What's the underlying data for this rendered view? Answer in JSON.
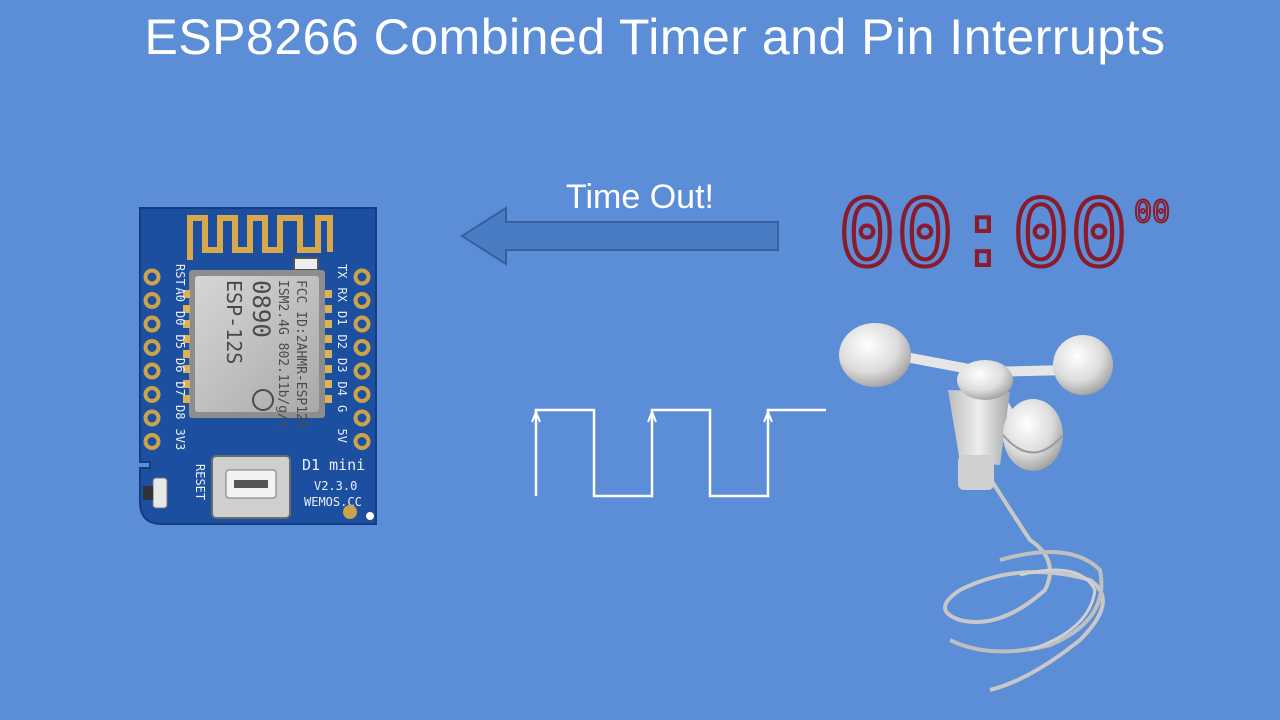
{
  "slide": {
    "title": "ESP8266 Combined Timer and Pin Interrupts",
    "arrow_label": "Time Out!"
  },
  "timer_display": {
    "time": "00:00",
    "sub_digits": "00",
    "digit_color": "#8b1a2a"
  },
  "board": {
    "name": "D1 mini",
    "version": "V2.3.0",
    "maker": "WEMOS.CC",
    "reset_label": "RESET",
    "chip_model": "ESP-12S",
    "chip_fcc": "FCC ID:2AHMR-ESP12S",
    "chip_ism": "ISM2.4G 802.11b/g/n",
    "chip_code": "0890",
    "left_pins": [
      "RST",
      "A0",
      "D0",
      "D5",
      "D6",
      "D7",
      "D8",
      "3V3"
    ],
    "right_pins": [
      "TX",
      "RX",
      "D1",
      "D2",
      "D3",
      "D4",
      "G",
      "5V"
    ],
    "pcb_color": "#1d4fa0"
  },
  "pulse_signal": {
    "pulses": 3
  },
  "colors": {
    "background": "#5B8ED6",
    "arrow_fill": "#4a7cc4",
    "arrow_stroke": "#3a5f9c",
    "signal": "#ffffff"
  }
}
